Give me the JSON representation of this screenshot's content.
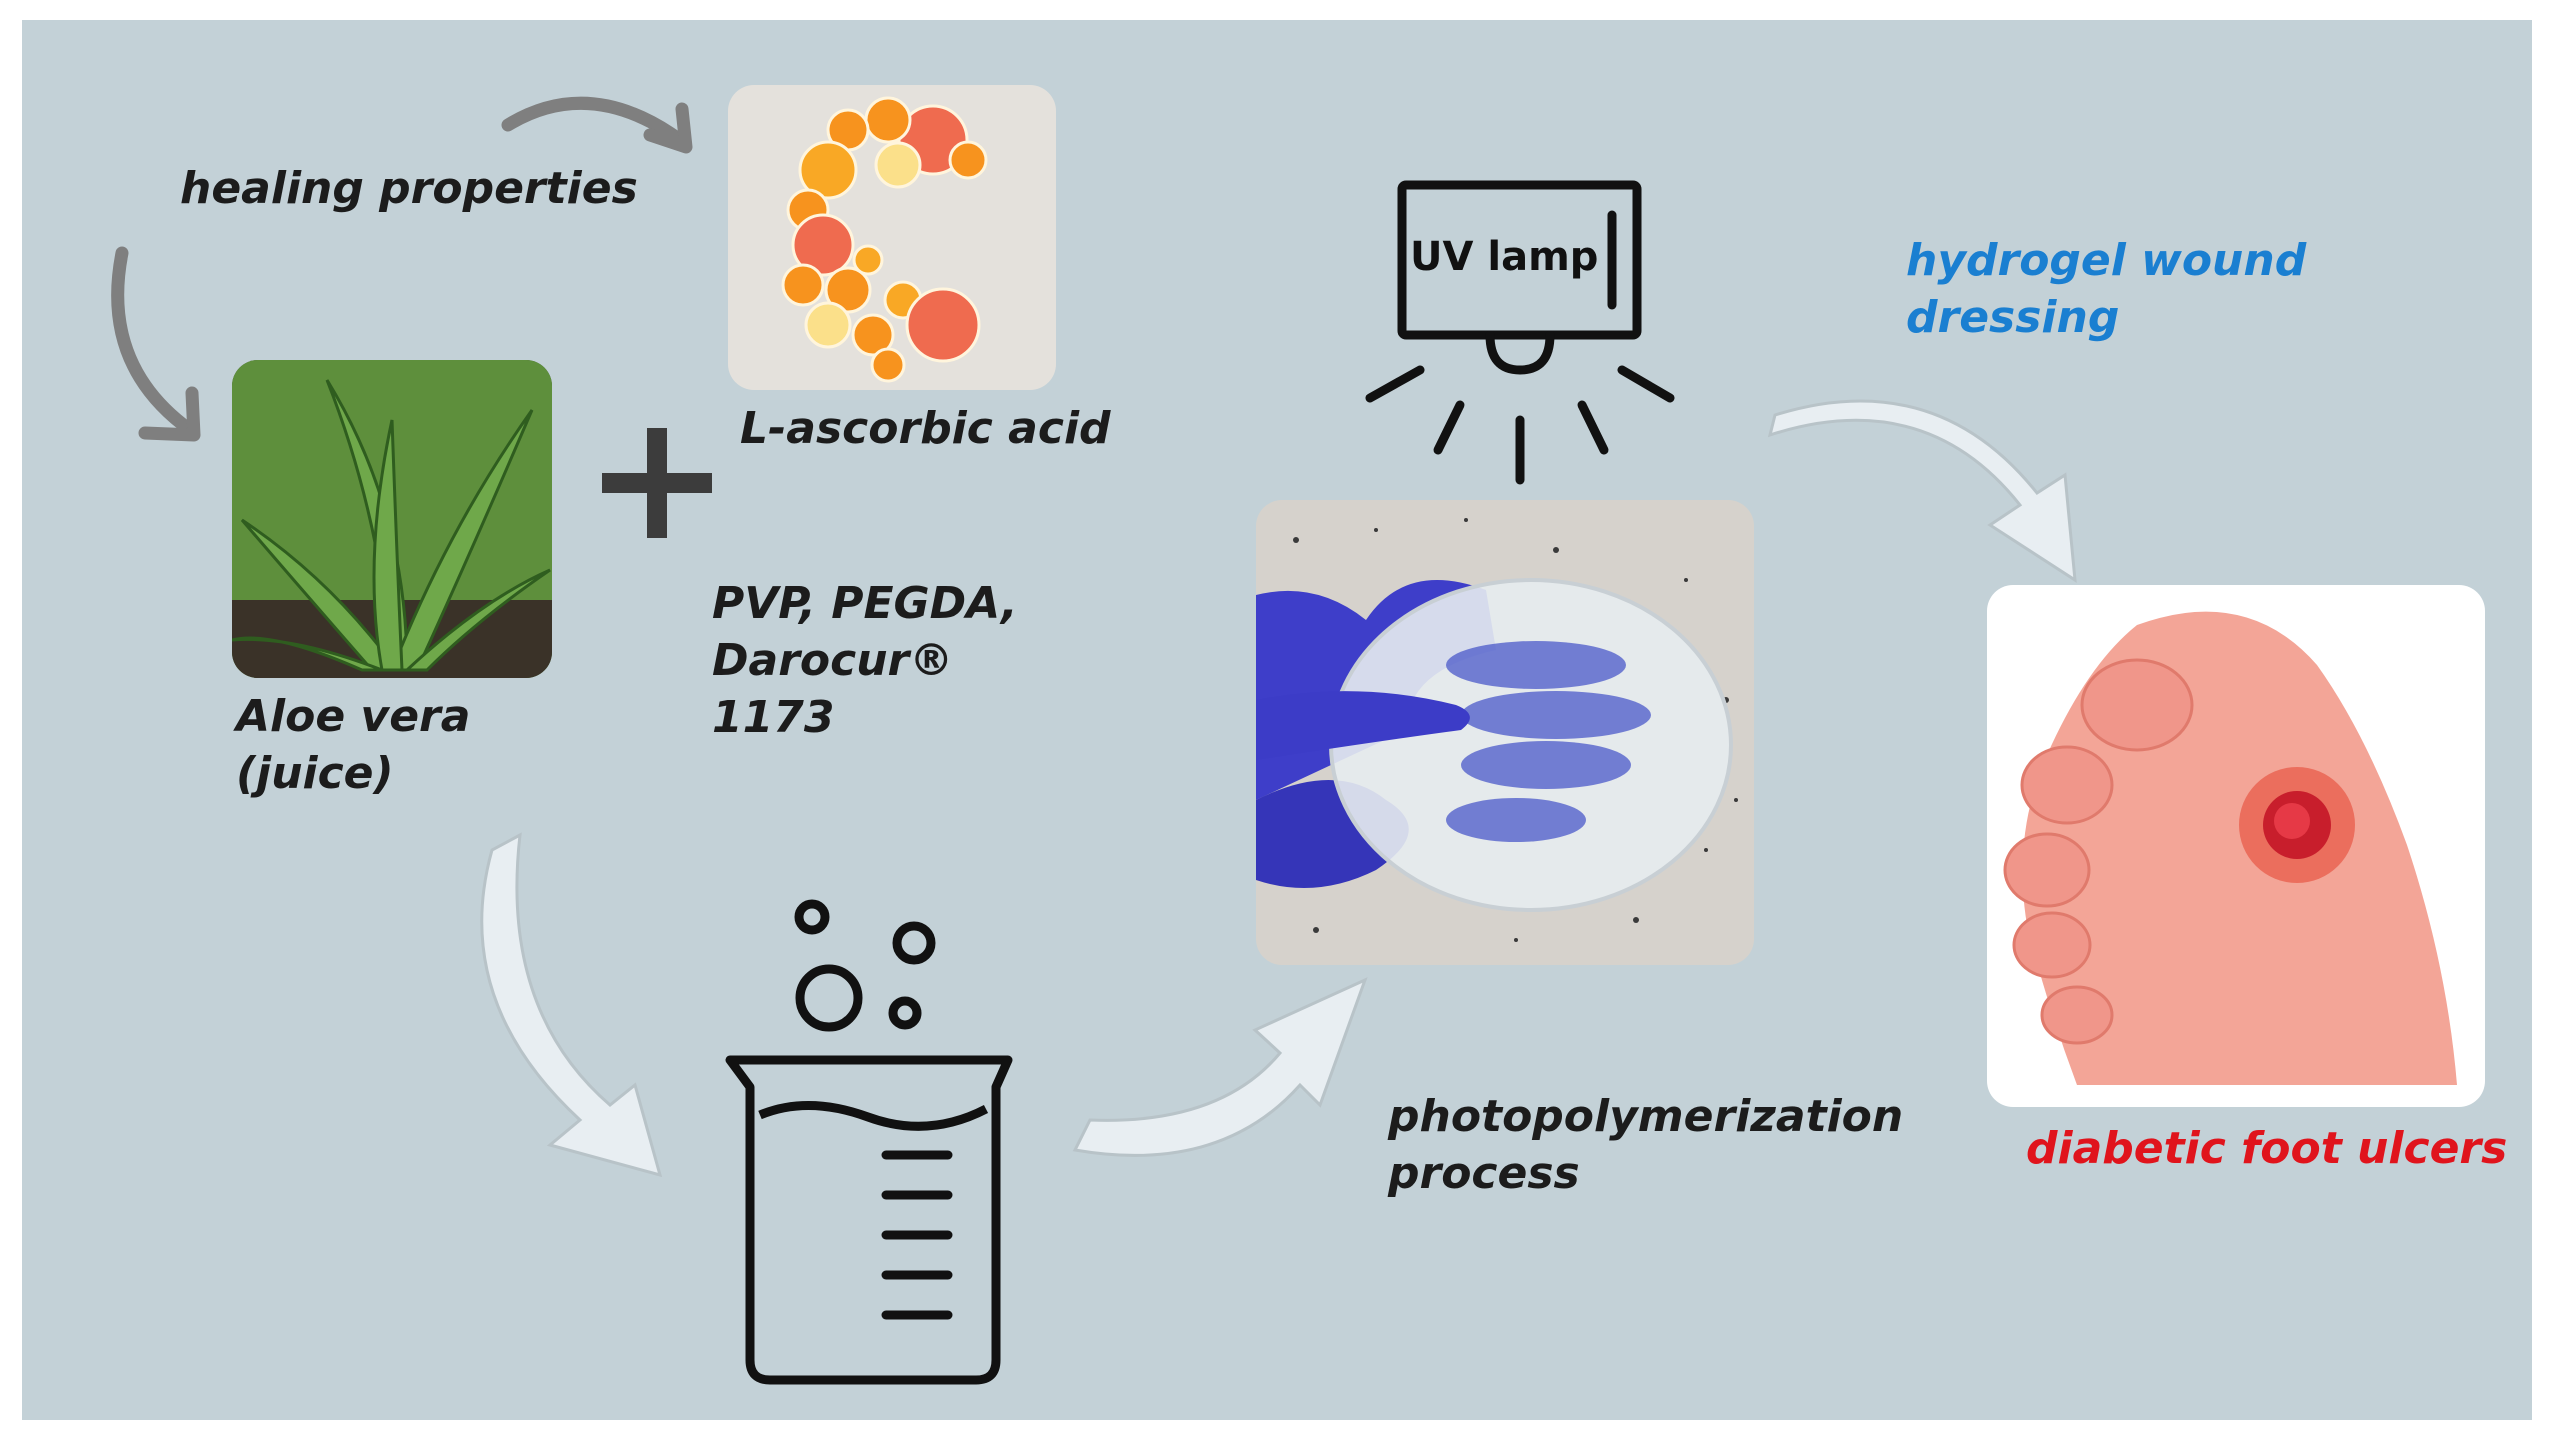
{
  "labels": {
    "healing_properties": "healing properties",
    "l_ascorbic_acid": "L-ascorbic acid",
    "aloe_vera_line1": "Aloe vera",
    "aloe_vera_line2": "(juice)",
    "reagents_line1": "PVP, PEGDA,",
    "reagents_line2": "Darocur®",
    "reagents_line3": "1173",
    "uv_lamp": "UV lamp",
    "hydrogel_line1": "hydrogel wound",
    "hydrogel_line2": "dressing",
    "photopolymerization_line1": "photopolymerization",
    "photopolymerization_line2": "process",
    "diabetic_foot_ulcers": "diabetic foot ulcers"
  },
  "colors": {
    "background": "#c3d1d7",
    "text": "#1c1c1c",
    "hydrogel_label": "#1a7fd1",
    "ulcer_label": "#e0141c",
    "curved_arrow": "#7f7f7f",
    "flow_arrow": "#e8eef2"
  },
  "icons": [
    "aloe-vera-photo",
    "orange-slices-c-photo",
    "plus-icon",
    "beaker-icon",
    "uv-lamp-icon",
    "hydrogel-photo",
    "foot-ulcer-illustration"
  ]
}
